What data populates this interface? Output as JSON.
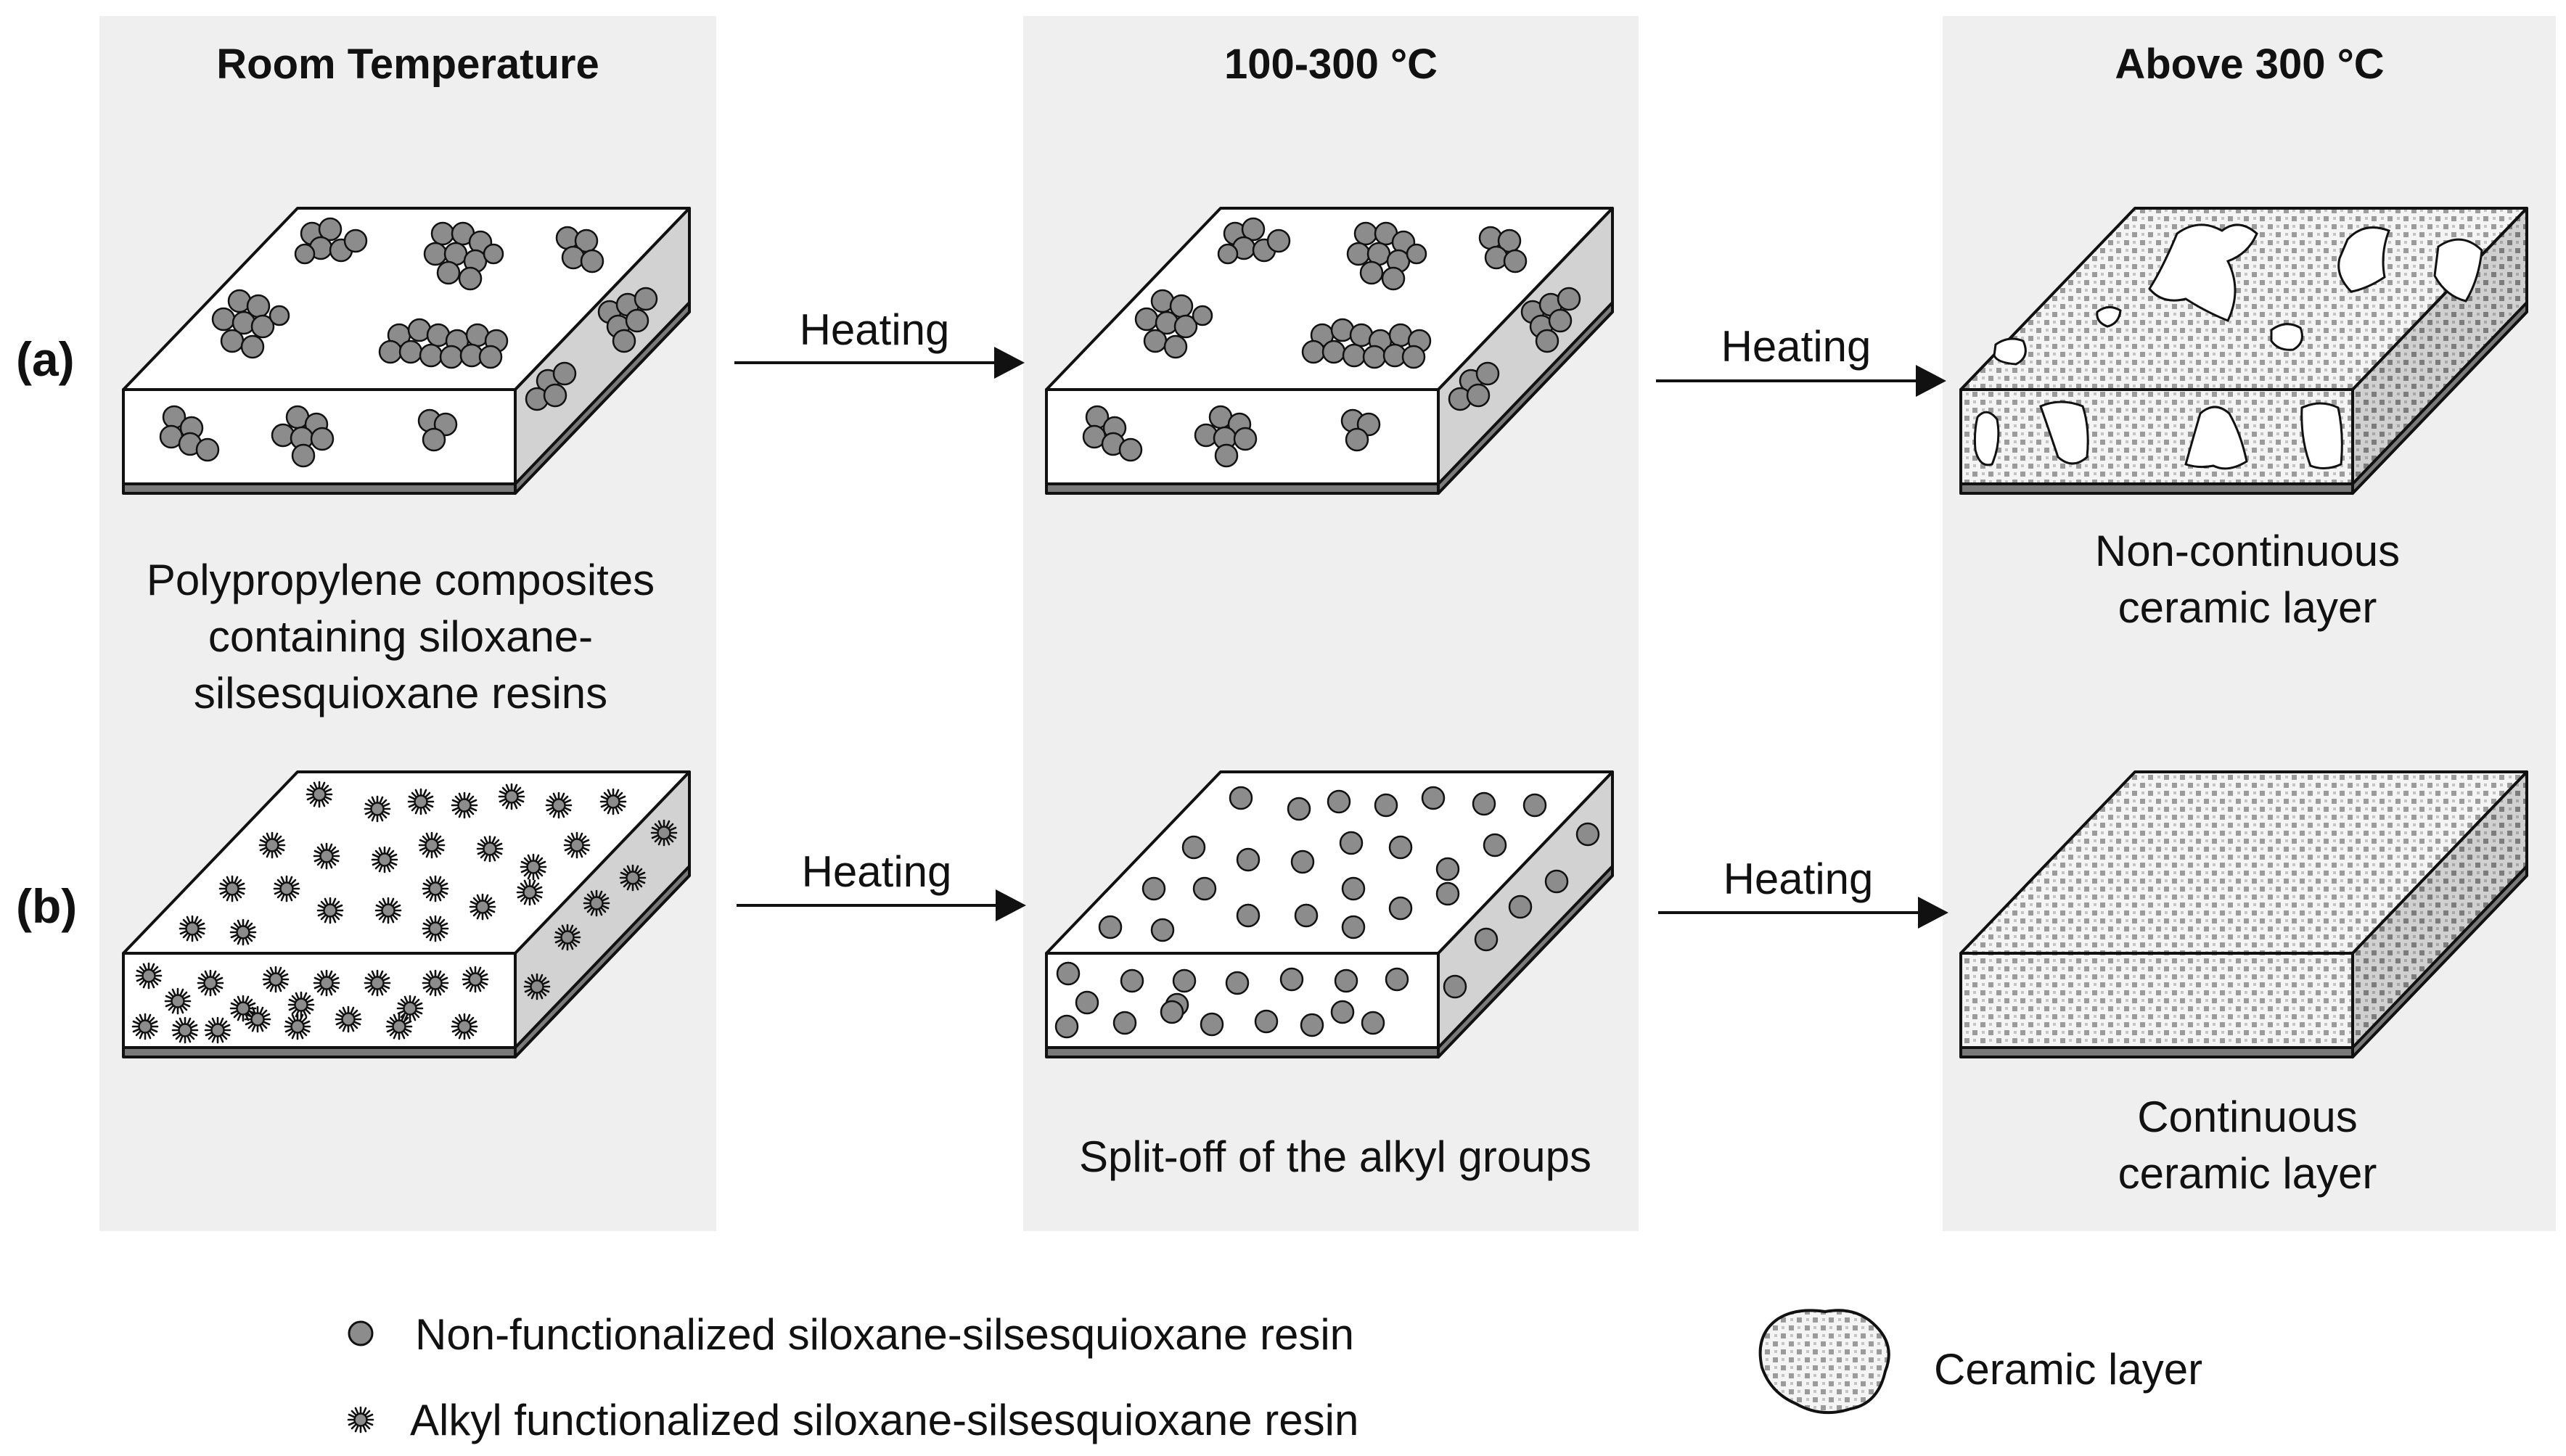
{
  "columns": [
    {
      "title": "Room Temperature"
    },
    {
      "title": "100-300 °C"
    },
    {
      "title": "Above 300 °C"
    }
  ],
  "rows": [
    {
      "label": "(a)"
    },
    {
      "label": "(b)"
    }
  ],
  "arrows": {
    "a1": "Heating",
    "a2": "Heating",
    "b1": "Heating",
    "b2": "Heating"
  },
  "captions": {
    "rt_line1": "Polypropylene composites",
    "rt_line2": "containing siloxane-",
    "rt_line3": "silsesquioxane resins",
    "noncont_line1": "Non-continuous",
    "noncont_line2": "ceramic layer",
    "split": "Split-off of the alkyl groups",
    "cont_line1": "Continuous",
    "cont_line2": "ceramic layer"
  },
  "legend": {
    "non_functionalized": "Non-functionalized siloxane-silsesquioxane resin",
    "alkyl_functionalized": "Alkyl functionalized siloxane-silsesquioxane resin",
    "ceramic": "Ceramic layer"
  },
  "colors": {
    "panel_bg": "#efefef",
    "particle_fill": "#8c8c8c",
    "side_face": "#d2d2d2",
    "base_strip": "#7a7a7a",
    "outline": "#111111"
  }
}
